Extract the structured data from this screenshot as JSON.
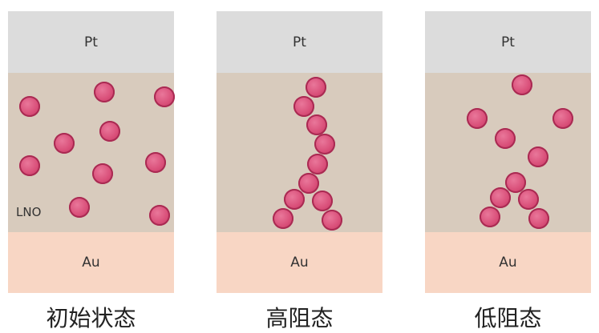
{
  "colors": {
    "pt": "#dcdcdc",
    "lno": "#d8cbbd",
    "au": "#f8d6c4",
    "ion": "#d94f79"
  },
  "panels": [
    {
      "pt_label": "Pt",
      "mid_label": "LNO",
      "au_label": "Au",
      "caption": "初始状态"
    },
    {
      "pt_label": "Pt",
      "au_label": "Au",
      "caption": "高阻态"
    },
    {
      "pt_label": "Pt",
      "au_label": "Au",
      "caption": "低阻态"
    }
  ]
}
